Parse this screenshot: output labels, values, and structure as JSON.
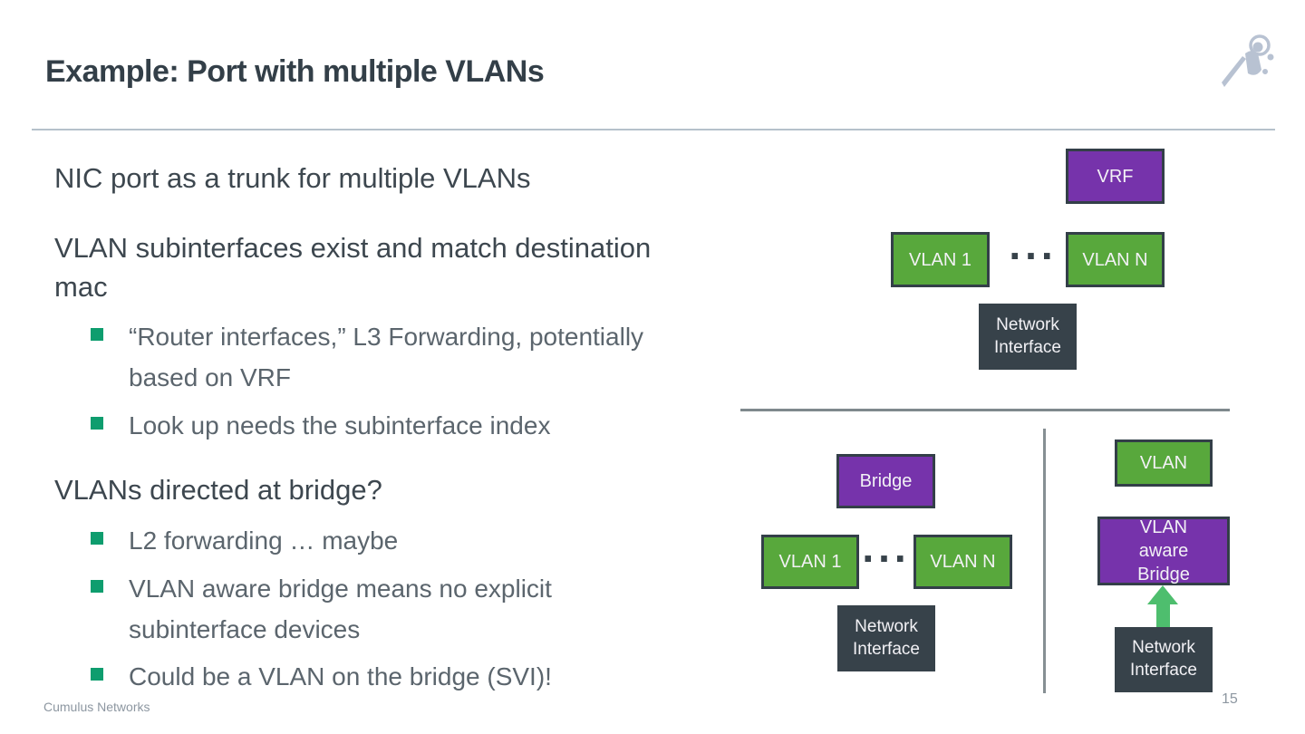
{
  "slide": {
    "title": "Example: Port with multiple VLANs",
    "footer": "Cumulus Networks",
    "page_number": "15"
  },
  "left": {
    "blocks": [
      {
        "type": "heading",
        "text": "NIC port as a trunk for multiple VLANs"
      },
      {
        "type": "heading",
        "text": "VLAN subinterfaces exist and match destination mac"
      },
      {
        "type": "bullet",
        "text": "“Router interfaces,” L3 Forwarding, potentially based on VRF"
      },
      {
        "type": "bullet",
        "text": "Look up needs the subinterface index"
      },
      {
        "type": "heading",
        "text": "VLANs directed at bridge?"
      },
      {
        "type": "bullet",
        "text": "L2 forwarding … maybe"
      },
      {
        "type": "bullet",
        "text": "VLAN aware bridge means no explicit subinterface devices"
      },
      {
        "type": "bullet",
        "text": "Could be a VLAN on the bridge (SVI)!"
      }
    ]
  },
  "diagrams": {
    "trunk": {
      "vrf_label": "VRF",
      "vlan1_label": "VLAN 1",
      "ellipsis": "...",
      "vlann_label": "VLAN N",
      "nic_label": "Network Interface"
    },
    "bridge_left": {
      "bridge_label": "Bridge",
      "vlan1_label": "VLAN 1",
      "ellipsis": "...",
      "vlann_label": "VLAN N",
      "nic_label": "Network Interface"
    },
    "bridge_right": {
      "vlan_label": "VLAN",
      "bridge_label": "VLAN aware Bridge",
      "nic_label": "Network Interface"
    }
  },
  "icons": {
    "logo": "rocket-figure-icon"
  },
  "colors": {
    "title": "#333f48",
    "heading": "#3d474f",
    "body_text": "#5b656d",
    "bullet_square": "#0e9d6e",
    "box_purple": "#7633ab",
    "box_green": "#58a83c",
    "box_dark": "#37424a",
    "box_border": "#333f48",
    "arrow_green": "#4ebe6e",
    "divider": "#7f898d",
    "title_rule": "#b5c1cb",
    "footer_gray": "#8d97a1",
    "logo_gray": "#b8c2d2"
  }
}
